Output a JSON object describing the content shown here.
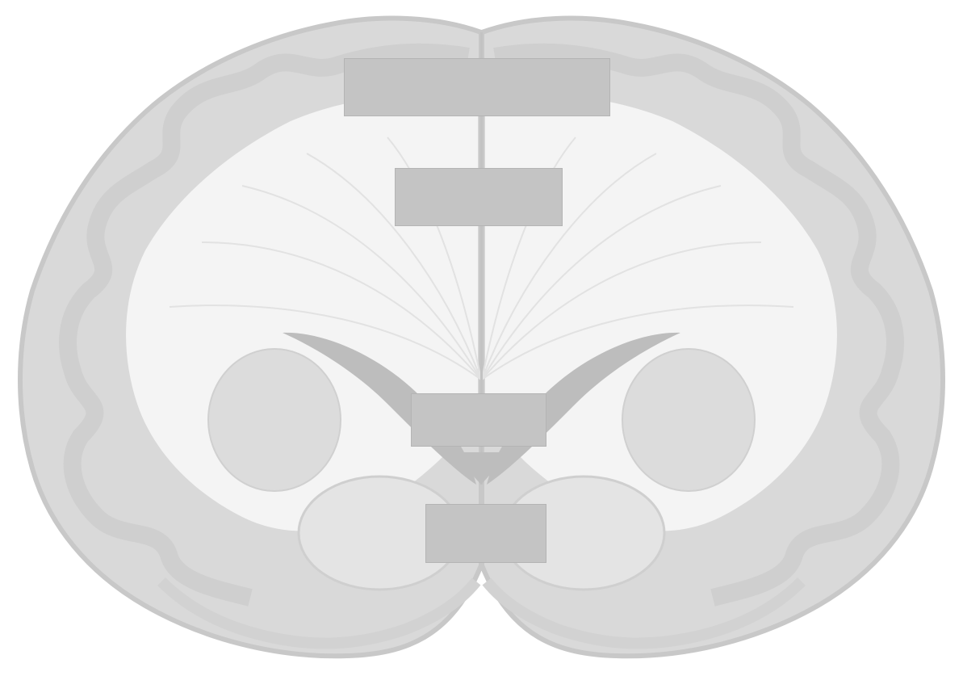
{
  "diagram": {
    "subject": "coronal-section-brain",
    "colors": {
      "background": "#ffffff",
      "outline": "#c8c8c8",
      "gray_matter": "#d4d4d4",
      "white_matter": "#f4f4f4",
      "ventricle": "#b9b9b9",
      "basal_ganglia": "#d8d8d8",
      "label_box": "#c4c4c4"
    },
    "label_boxes": [
      {
        "id": "box-1",
        "text": ""
      },
      {
        "id": "box-2",
        "text": ""
      },
      {
        "id": "box-3",
        "text": ""
      },
      {
        "id": "box-4",
        "text": ""
      }
    ]
  }
}
